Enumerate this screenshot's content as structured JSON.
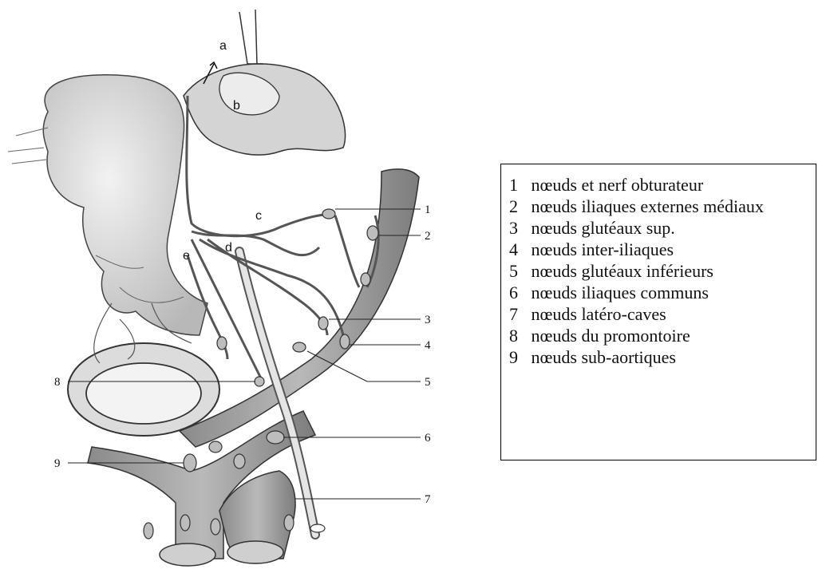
{
  "figure": {
    "letters": [
      "a",
      "b",
      "c",
      "d",
      "e"
    ],
    "numbers": [
      "1",
      "2",
      "3",
      "4",
      "5",
      "6",
      "7",
      "8",
      "9"
    ]
  },
  "legend": {
    "items": [
      {
        "num": "1",
        "text": "nœuds et nerf obturateur"
      },
      {
        "num": "2",
        "text": "nœuds iliaques externes médiaux"
      },
      {
        "num": "3",
        "text": "nœuds glutéaux sup."
      },
      {
        "num": "4",
        "text": "nœuds inter-iliaques"
      },
      {
        "num": "5",
        "text": "nœuds glutéaux inférieurs"
      },
      {
        "num": "6",
        "text": "nœuds iliaques communs"
      },
      {
        "num": "7",
        "text": "nœuds latéro-caves"
      },
      {
        "num": "8",
        "text": "nœuds du promontoire"
      },
      {
        "num": "9",
        "text": "nœuds sub-aortiques"
      }
    ]
  }
}
